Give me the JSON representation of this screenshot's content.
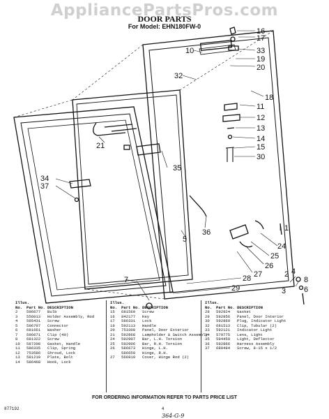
{
  "header": {
    "watermark": "AppliancePartsPros.com",
    "title": "DOOR PARTS",
    "model_line": "For Model: EHN180FW-0"
  },
  "callouts": [
    "16",
    "17",
    "33",
    "19",
    "20",
    "10",
    "32",
    "18",
    "11",
    "12",
    "13",
    "14",
    "15",
    "30",
    "21",
    "35",
    "34",
    "37",
    "36",
    "5",
    "24",
    "1",
    "25",
    "26",
    "27",
    "28",
    "29",
    "7",
    "2",
    "3",
    "4",
    "8",
    "6"
  ],
  "parts_table": {
    "headers": {
      "illus": "Illus. No.",
      "part": "Part No.",
      "desc": "DESCRIPTION"
    },
    "columns": [
      [
        {
          "illus": "2",
          "part": "596677",
          "desc": "Bulb"
        },
        {
          "illus": "3",
          "part": "556013",
          "desc": "Holder Assembly, Rod"
        },
        {
          "illus": "4",
          "part": "595431",
          "desc": "Screw"
        },
        {
          "illus": "5",
          "part": "596707",
          "desc": "Connector"
        },
        {
          "illus": "6",
          "part": "681661",
          "desc": "Washer"
        },
        {
          "illus": "7",
          "part": "596671",
          "desc": "Clip (40)"
        },
        {
          "illus": "8",
          "part": "681322",
          "desc": "Screw"
        },
        {
          "illus": "10",
          "part": "587208",
          "desc": "Gasket, Handle"
        },
        {
          "illus": "11",
          "part": "586335",
          "desc": "Clip, Spring"
        },
        {
          "illus": "12",
          "part": "753586",
          "desc": "Shroud, Lock"
        },
        {
          "illus": "13",
          "part": "581219",
          "desc": "Plate, Bolt"
        },
        {
          "illus": "14",
          "part": "586468",
          "desc": "Hook, Lock"
        }
      ],
      [
        {
          "illus": "15",
          "part": "681569",
          "desc": "Screw"
        },
        {
          "illus": "16",
          "part": "842177",
          "desc": "Key"
        },
        {
          "illus": "17",
          "part": "586331",
          "desc": "Lock"
        },
        {
          "illus": "19",
          "part": "592113",
          "desc": "Handle"
        },
        {
          "illus": "20",
          "part": "753300",
          "desc": "Panel, Door Exterior"
        },
        {
          "illus": "21",
          "part": "592868",
          "desc": "Lampholder & Switch Assembly"
        },
        {
          "illus": "24",
          "part": "592907",
          "desc": "Bar, L.H. Torsion"
        },
        {
          "illus": "25",
          "part": "592906",
          "desc": "Bar, R.H. Torsion"
        },
        {
          "illus": "26",
          "part": "586673",
          "desc": "Hinge, L.H."
        },
        {
          "illus": "",
          "part": "586659",
          "desc": "Hinge, R.H."
        },
        {
          "illus": "27",
          "part": "566919",
          "desc": "Cover, Hinge Rod (2)"
        }
      ],
      [
        {
          "illus": "28",
          "part": "592924",
          "desc": "Gasket"
        },
        {
          "illus": "29",
          "part": "592856",
          "desc": "Panel, Door Interior"
        },
        {
          "illus": "30",
          "part": "592869",
          "desc": "Plug, Indicator Light"
        },
        {
          "illus": "32",
          "part": "681513",
          "desc": "Clip, Tubular (2)"
        },
        {
          "illus": "33",
          "part": "592121",
          "desc": "Indicator Light"
        },
        {
          "illus": "34",
          "part": "579775",
          "desc": "Lens, Light"
        },
        {
          "illus": "35",
          "part": "594459",
          "desc": "Light, Deflector"
        },
        {
          "illus": "36",
          "part": "592866",
          "desc": "Harness Assembly"
        },
        {
          "illus": "37",
          "part": "680494",
          "desc": "Screw, 8-15 x 1/2"
        }
      ]
    ]
  },
  "footer": {
    "note": "FOR ORDERING INFORMATION REFER TO PARTS PRICE LIST",
    "ref_code": "877192",
    "page_number": "4",
    "handwritten": "364-G-9"
  }
}
